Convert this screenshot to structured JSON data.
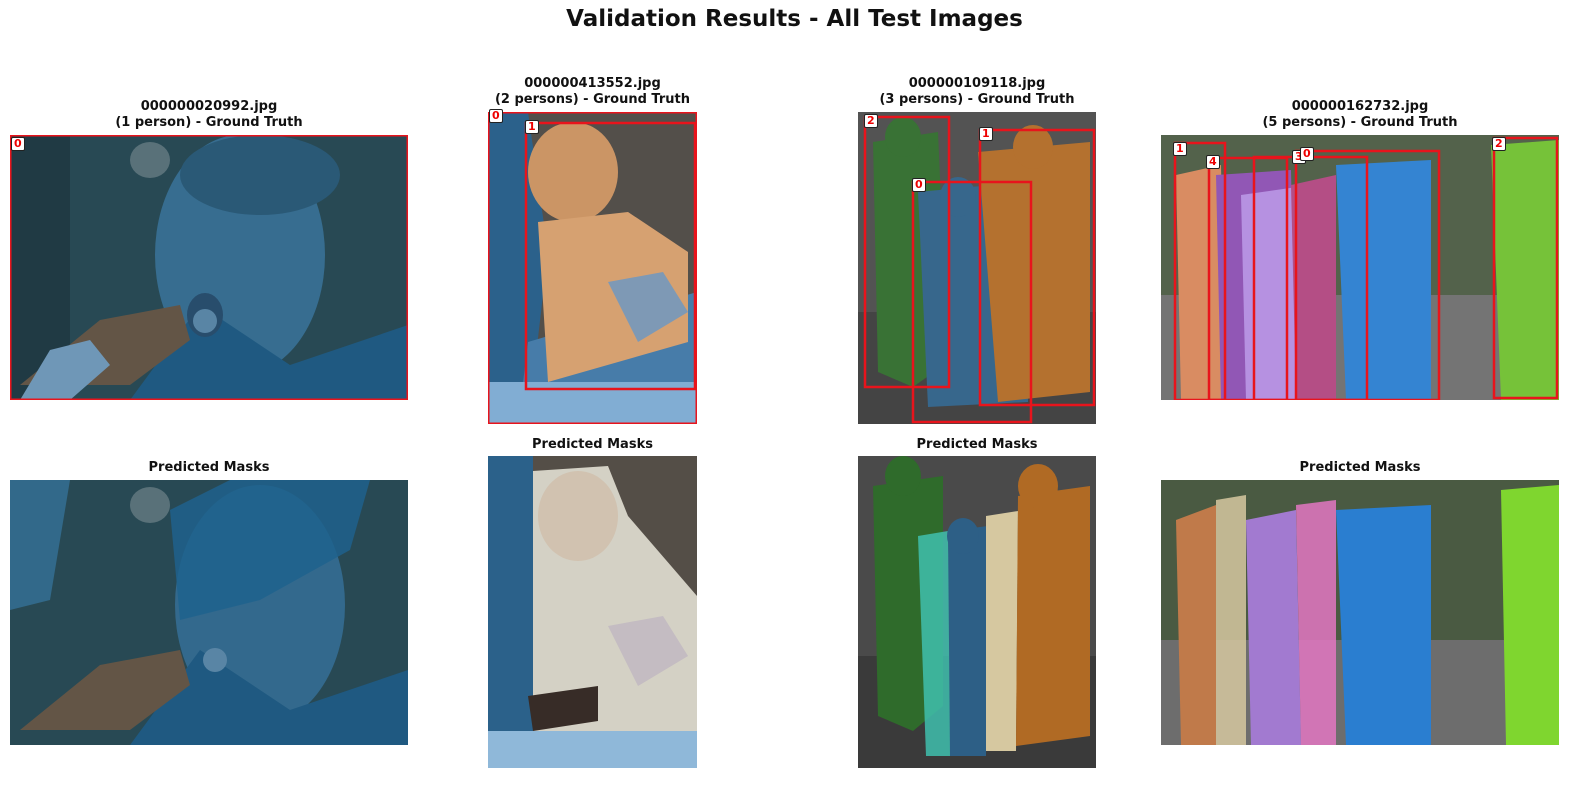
{
  "figure": {
    "title": "Validation Results - All Test Images"
  },
  "columns": [
    {
      "gt_title_line1": "000000020992.jpg",
      "gt_title_line2": "(1 person) - Ground Truth",
      "pred_title": "Predicted Masks",
      "box_labels": [
        "0"
      ]
    },
    {
      "gt_title_line1": "000000413552.jpg",
      "gt_title_line2": "(2 persons) - Ground Truth",
      "pred_title": "Predicted Masks",
      "box_labels": [
        "0",
        "1"
      ]
    },
    {
      "gt_title_line1": "000000109118.jpg",
      "gt_title_line2": "(3 persons) - Ground Truth",
      "pred_title": "Predicted Masks",
      "box_labels": [
        "2",
        "1",
        "0"
      ]
    },
    {
      "gt_title_line1": "000000162732.jpg",
      "gt_title_line2": "(5 persons) - Ground Truth",
      "pred_title": "Predicted Masks",
      "box_labels": [
        "1",
        "4",
        "3",
        "0",
        "2"
      ]
    }
  ],
  "colors": {
    "box": "#e8141c",
    "mask_blue": "#1f77b4",
    "mask_orange": "#ff7f0e",
    "mask_green": "#2ca02c",
    "mask_purple": "#9467bd",
    "mask_pink": "#e377c2",
    "mask_teal": "#17becf",
    "mask_tan": "#d6c8a0"
  }
}
